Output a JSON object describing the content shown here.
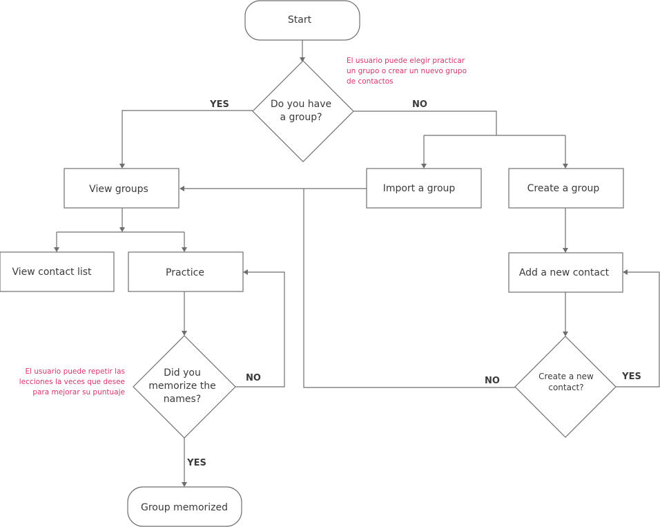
{
  "nodes": {
    "start": "Start",
    "q_group": [
      "Do you have",
      "a group?"
    ],
    "view_groups": "View groups",
    "import_group": "Import a group",
    "create_group": "Create a group",
    "view_contact_list": "View contact list",
    "practice": "Practice",
    "add_contact": "Add a new contact",
    "q_memorize": [
      "Did you",
      "memorize the",
      "names?"
    ],
    "q_new_contact": [
      "Create a new",
      "contact?"
    ],
    "group_memorized": "Group memorized"
  },
  "edge_labels": {
    "group_yes": "YES",
    "group_no": "NO",
    "memorize_no": "NO",
    "memorize_yes": "YES",
    "new_contact_no": "NO",
    "new_contact_yes": "YES"
  },
  "notes": {
    "choice": [
      "El usuario puede elegir practicar",
      "un grupo o crear un nuevo grupo",
      "de contactos"
    ],
    "repeat": [
      "El usuario puede repetir las",
      "lecciones la veces que desee",
      "para mejorar su puntuaje"
    ]
  },
  "colors": {
    "stroke": "#6e6e6e",
    "text": "#3a3a3a",
    "note": "#d6336c"
  }
}
